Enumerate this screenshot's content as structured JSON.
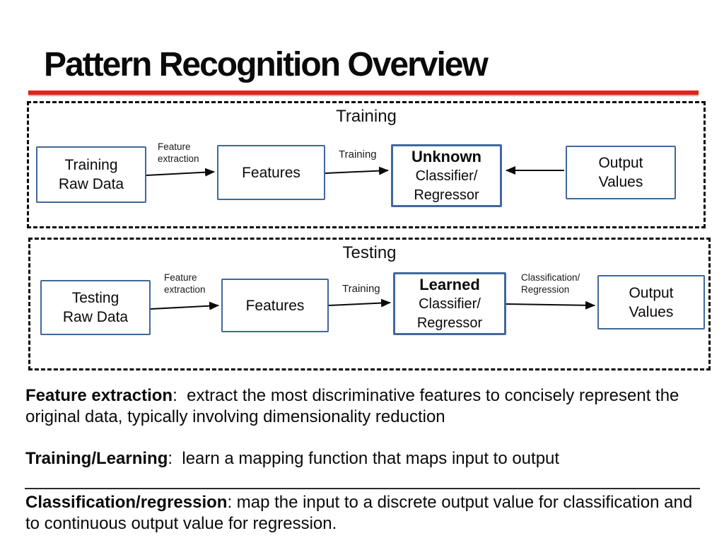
{
  "title": "Pattern Recognition Overview",
  "colors": {
    "title_underline": "#e32219",
    "box_border": "#41689c",
    "dashed_border": "#0a0a0a"
  },
  "training": {
    "label": "Training",
    "raw_data": {
      "line1": "Training",
      "line2": "Raw Data"
    },
    "features": "Features",
    "classifier": {
      "line1": "Unknown",
      "line2": "Classifier/",
      "line3": "Regressor"
    },
    "output": {
      "line1": "Output",
      "line2": "Values"
    },
    "labels": {
      "feature_extraction_1": "Feature",
      "feature_extraction_2": "extraction",
      "training": "Training"
    }
  },
  "testing": {
    "label": "Testing",
    "raw_data": {
      "line1": "Testing",
      "line2": "Raw Data"
    },
    "features": "Features",
    "classifier": {
      "line1": "Learned",
      "line2": "Classifier/",
      "line3": "Regressor"
    },
    "output": {
      "line1": "Output",
      "line2": "Values"
    },
    "labels": {
      "feature_extraction_1": "Feature",
      "feature_extraction_2": "extraction",
      "training": "Training",
      "classification_1": "Classification/",
      "classification_2": "Regression"
    }
  },
  "definitions": [
    {
      "term": "Feature extraction",
      "sep": ":  ",
      "text": "extract the most discriminative features to concisely represent the original data, typically involving dimensionality reduction"
    },
    {
      "term": "Training/Learning",
      "sep": ":  ",
      "text": "learn a mapping function that maps input to output"
    },
    {
      "term": "Classification/regression",
      "sep": ": ",
      "text": "map the input to a discrete output value for classification and to continuous output value for regression."
    }
  ]
}
